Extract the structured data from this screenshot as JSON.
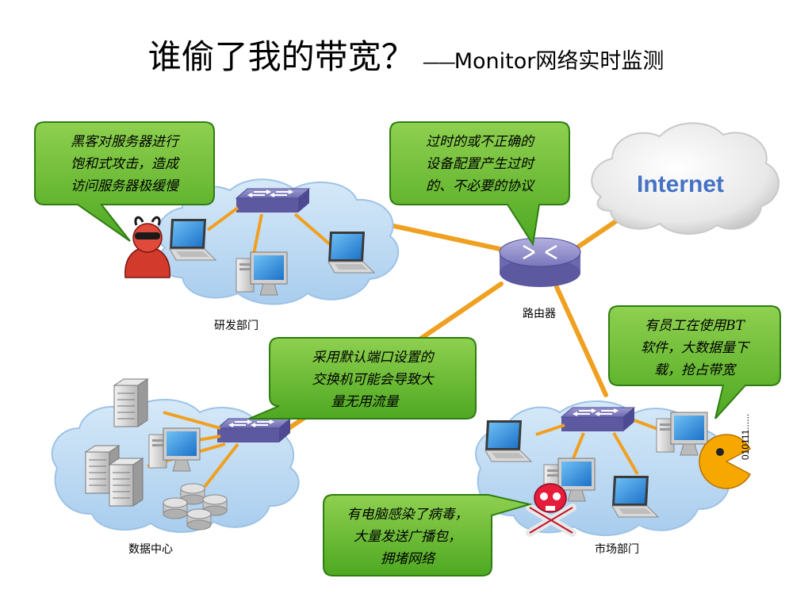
{
  "title": {
    "main": "谁偷了我的带宽？",
    "dash": "——",
    "sub": "Monitor网络实时监测"
  },
  "internet_label": "Internet",
  "nodes": {
    "rd_dept": "研发部门",
    "router": "路由器",
    "data_center": "数据中心",
    "market_dept": "市场部门"
  },
  "callouts": {
    "hacker": [
      "黑客对服务器进行",
      "饱和式攻击，造成",
      "访问服务器极缓慢"
    ],
    "config": [
      "过时的或不正确的",
      "设备配置产生过时",
      "的、不必要的协议"
    ],
    "bt": [
      "有员工在使用BT",
      "软件，大数据量下",
      "载，抢占带宽"
    ],
    "switch_port": [
      "采用默认端口设置的",
      "交换机可能会导致大",
      "量无用流量"
    ],
    "virus": [
      "有电脑感染了病毒，",
      "大量发送广播包，",
      "拥堵网络"
    ]
  },
  "binary_stream": "010111......",
  "colors": {
    "callout_fill": "#5cb12d",
    "callout_stroke": "#2f7d12",
    "link": "#f0a020",
    "cloud_fill": "#bcd9f2",
    "internet_text": "#4472c4"
  }
}
